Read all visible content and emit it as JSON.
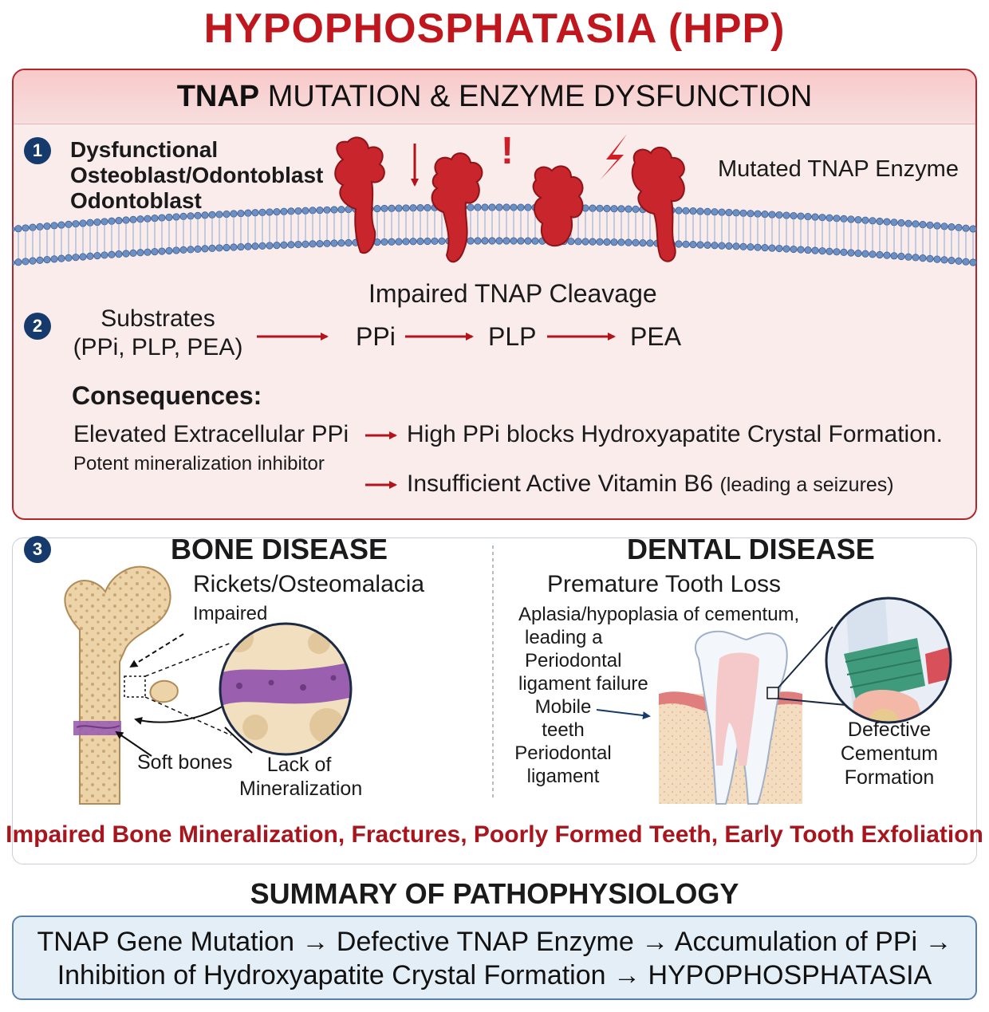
{
  "title": "HYPOPHOSPHATASIA (HPP)",
  "panel1": {
    "header_bold": "TNAP",
    "header_rest": " MUTATION & ENZYME DYSFUNCTION",
    "step1_number": "1",
    "step1_lines": [
      "Dysfunctional",
      "Osteoblast/Odontoblast",
      "Odontoblast"
    ],
    "enzyme_label": "Mutated TNAP Enzyme",
    "exclamation": "!",
    "cleavage_label": "Impaired TNAP Cleavage",
    "step2_number": "2",
    "substrates_lines": [
      "Substrates",
      "(PPi, PLP, PEA)"
    ],
    "chain": [
      "PPi",
      "PLP",
      "PEA"
    ],
    "consequences_title": "Consequences:",
    "elevated": "Elevated Extracellular PPi",
    "potent": "Potent mineralization inhibitor",
    "effect1": "High PPi blocks Hydroxyapatite Crystal Formation.",
    "effect2_main": "Insufficient Active Vitamin B6",
    "effect2_note": "(leading a seizures)"
  },
  "panel3": {
    "step3_number": "3",
    "bone": {
      "title": "BONE DISEASE",
      "subtitle": "Rickets/Osteomalacia",
      "impaired": "Impaired",
      "soft_bones": "Soft bones",
      "lack_lines": [
        "Lack of",
        "Mineralization"
      ]
    },
    "dental": {
      "title": "DENTAL DISEASE",
      "subtitle": "Premature Tooth Loss",
      "aplasia_lines": [
        "Aplasia/hypoplasia of cementum,",
        "leading a",
        "Periodontal",
        "ligament failure"
      ],
      "mobile_lines": [
        "Mobile",
        "teeth",
        "Periodontal",
        "ligament"
      ],
      "defective_lines": [
        "Defective",
        "Cementum",
        "Formation"
      ]
    },
    "outcome": "Impaired Bone Mineralization, Fractures, Poorly Formed Teeth, Early Tooth Exfoliation"
  },
  "summary": {
    "title": "SUMMARY OF PATHOPHYSIOLOGY",
    "line1": "TNAP Gene Mutation → Defective TNAP Enzyme → Accumulation of PPi →",
    "line2": "Inhibition of Hydroxyapatite Crystal Formation → HYPOPHOSPHATASIA"
  },
  "colors": {
    "title_red": "#c0161d",
    "enzyme_red": "#c8252c",
    "navy": "#153a6b",
    "membrane_blue": "#6c8fc4",
    "bone_tan": "#ecd3a8",
    "osteoid_purple": "#9b5fb0",
    "summary_bg": "#e4eef7"
  }
}
